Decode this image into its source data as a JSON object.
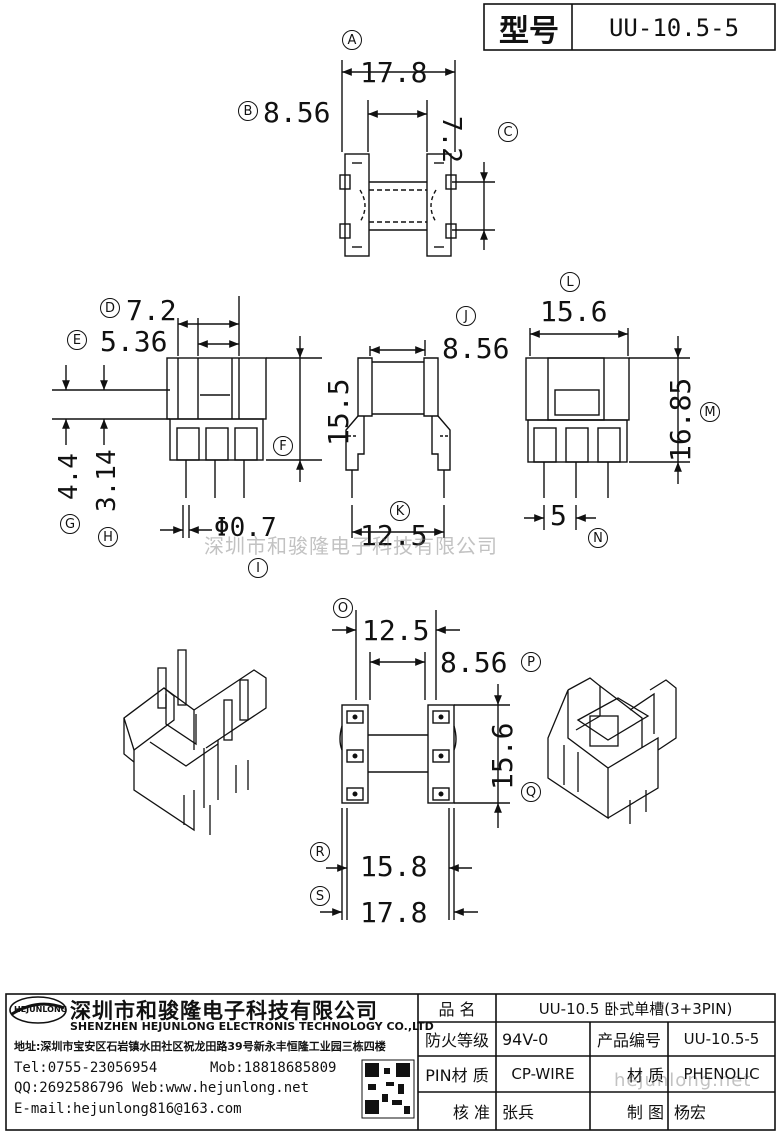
{
  "header": {
    "model_label": "型号",
    "model_value": "UU-10.5-5"
  },
  "dimensions": {
    "a": "17.8",
    "b": "8.56",
    "c": "7.2",
    "d": "7.2",
    "e": "5.36",
    "f": "15.5",
    "g": "4.4",
    "h": "3.14",
    "i": "Φ0.7",
    "j": "8.56",
    "k": "12.5",
    "l": "15.6",
    "m": "16.85",
    "n": "5",
    "o": "12.5",
    "p": "8.56",
    "q": "15.6",
    "r": "15.8",
    "s": "17.8"
  },
  "markers": {
    "a": "A",
    "b": "B",
    "c": "C",
    "d": "D",
    "e": "E",
    "f": "F",
    "g": "G",
    "h": "H",
    "i": "I",
    "j": "J",
    "k": "K",
    "l": "L",
    "m": "M",
    "n": "N",
    "o": "O",
    "p": "P",
    "q": "Q",
    "r": "R",
    "s": "S"
  },
  "watermark": "深圳市和骏隆电子科技有限公司",
  "footer_watermark": "hejunlong.net",
  "company": {
    "logo_text": "HEJUNLONG",
    "name_cn": "深圳市和骏隆电子科技有限公司",
    "name_en": "SHENZHEN HEJUNLONG ELECTRONIS TECHNOLOGY CO.,LTD",
    "address": "地址:深圳市宝安区石岩镇水田社区祝龙田路39号新永丰恒隆工业园三栋四楼",
    "tel": "Tel:0755-23056954",
    "mob": "Mob:18818685809",
    "qq_web": "QQ:2692586796 Web:www.hejunlong.net",
    "email": "E-mail:hejunlong816@163.com"
  },
  "spec_table": {
    "product_name_label": "品 名",
    "product_name_value": "UU-10.5 卧式单槽(3+3PIN)",
    "fire_label": "防火等级",
    "fire_value": "94V-0",
    "product_code_label": "产品编号",
    "product_code_value": "UU-10.5-5",
    "pin_label": "PIN材 质",
    "pin_value": "CP-WIRE",
    "material_label": "材 质",
    "material_value": "PHENOLIC",
    "check_label": "核 准",
    "check_value": "张兵",
    "draw_label": "制 图",
    "draw_value": "杨宏"
  }
}
